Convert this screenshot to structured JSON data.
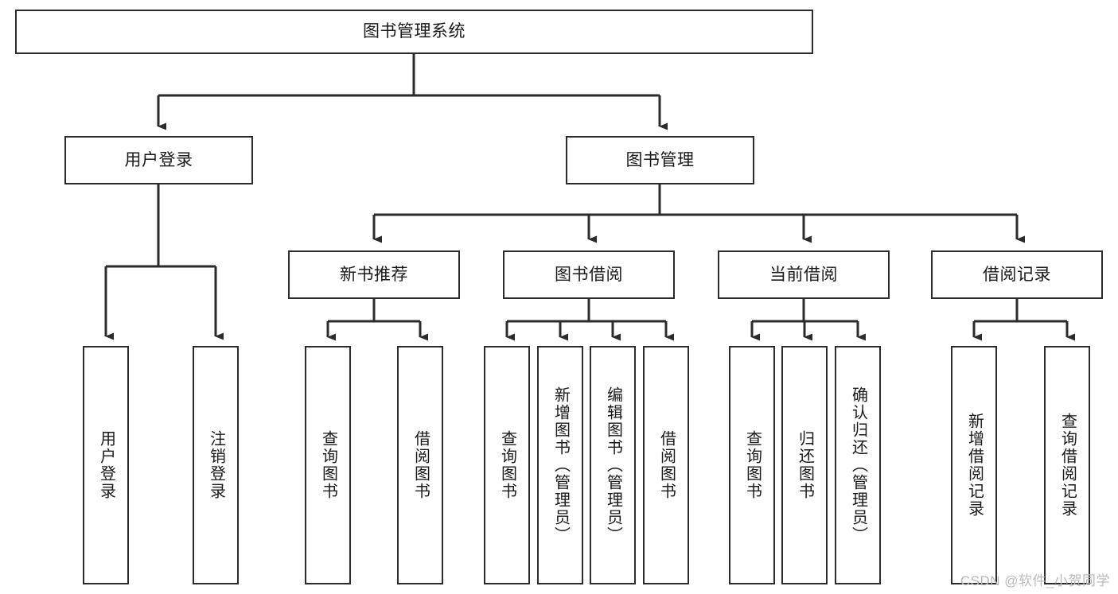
{
  "diagram": {
    "type": "tree",
    "title": "图书管理系统",
    "watermark": "CSDN @软件_小贺同学",
    "colors": {
      "background": "#ffffff",
      "node_border": "#2b2b2b",
      "node_fill": "#ffffff",
      "connector": "#2b2b2b",
      "text": "#1a1a1a",
      "watermark": "#b9b9b9"
    },
    "nodes": {
      "root": {
        "label": "图书管理系统"
      },
      "level2": [
        {
          "id": "user-login",
          "label": "用户登录"
        },
        {
          "id": "book-manage",
          "label": "图书管理"
        }
      ],
      "level3": [
        {
          "id": "new-book-recommend",
          "label": "新书推荐"
        },
        {
          "id": "book-borrow",
          "label": "图书借阅"
        },
        {
          "id": "current-borrow",
          "label": "当前借阅"
        },
        {
          "id": "borrow-record",
          "label": "借阅记录"
        }
      ],
      "leaves": {
        "user_login": [
          {
            "id": "leaf-user-login",
            "label": "用户登录"
          },
          {
            "id": "leaf-logout-login",
            "label": "注销登录"
          }
        ],
        "new_book_recommend": [
          {
            "id": "leaf-query-book-1",
            "label": "查询图书"
          },
          {
            "id": "leaf-borrow-book-1",
            "label": "借阅图书"
          }
        ],
        "book_borrow": [
          {
            "id": "leaf-query-book-2",
            "label": "查询图书"
          },
          {
            "id": "leaf-add-book",
            "label": "新增图书（管理员）"
          },
          {
            "id": "leaf-edit-book",
            "label": "编辑图书（管理员）"
          },
          {
            "id": "leaf-borrow-book-2",
            "label": "借阅图书"
          }
        ],
        "current_borrow": [
          {
            "id": "leaf-query-book-3",
            "label": "查询图书"
          },
          {
            "id": "leaf-return-book",
            "label": "归还图书"
          },
          {
            "id": "leaf-confirm-return",
            "label": "确认归还（管理员）"
          }
        ],
        "borrow_record": [
          {
            "id": "leaf-add-record",
            "label": "新增借阅记录"
          },
          {
            "id": "leaf-query-record",
            "label": "查询借阅记录"
          }
        ]
      }
    }
  }
}
